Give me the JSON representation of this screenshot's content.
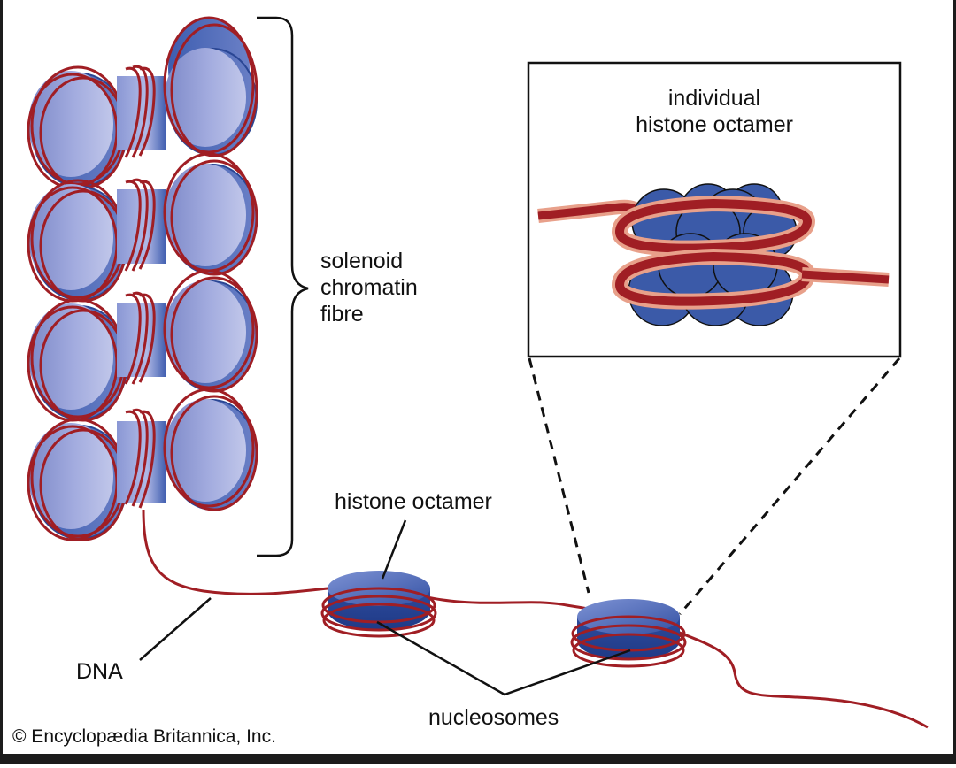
{
  "labels": {
    "solenoid": [
      "solenoid",
      "chromatin",
      "fibre"
    ],
    "inset_title": [
      "individual",
      "histone octamer"
    ],
    "histone_octamer": "histone octamer",
    "dna": "DNA",
    "nucleosomes": "nucleosomes",
    "credit": "© Encyclopædia Britannica, Inc."
  },
  "colors": {
    "histone_blue": "#3b5aa8",
    "histone_light": "#9aa6dc",
    "dna_red": "#a01e24",
    "dna_pink": "#e8a08a",
    "line_black": "#111111"
  }
}
